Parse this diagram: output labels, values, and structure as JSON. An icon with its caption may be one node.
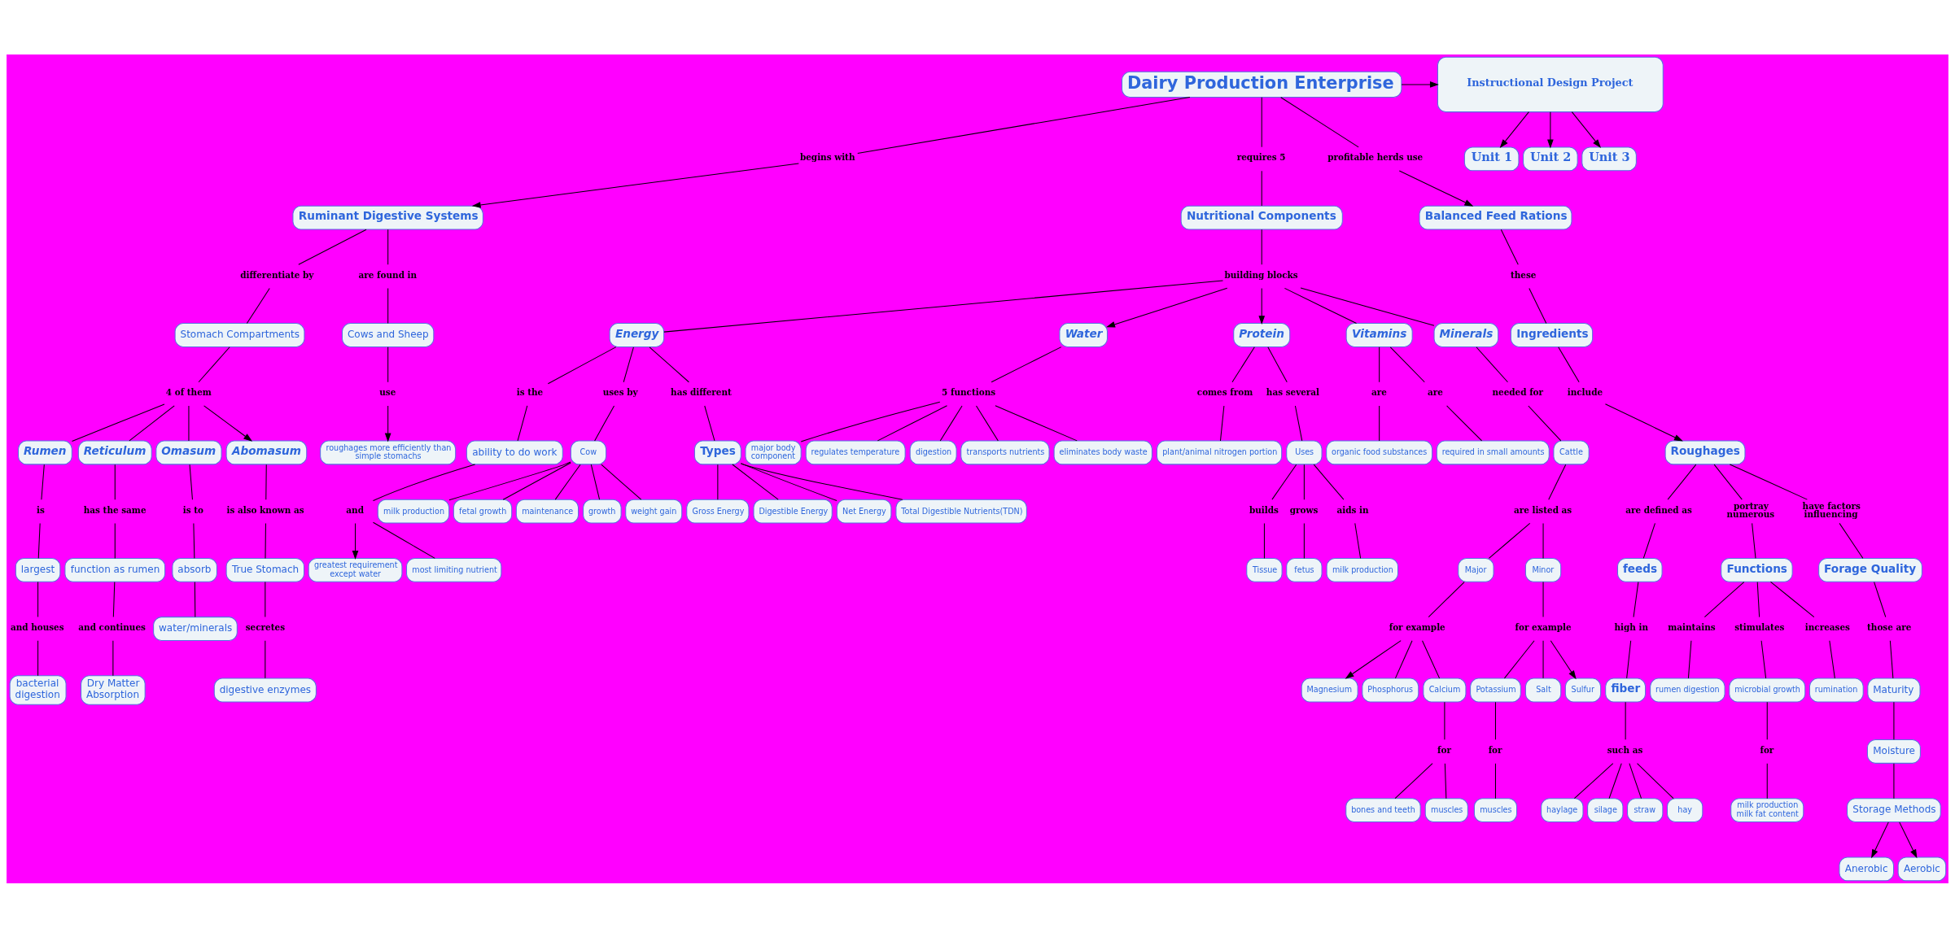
{
  "diagram": {
    "nodes": [
      {
        "text": [
          "Dairy Production Enterprise"
        ]
      },
      {
        "text": [
          "Instructional Design Project"
        ]
      },
      {
        "text": [
          "Unit 1"
        ]
      },
      {
        "text": [
          "Unit 2"
        ]
      },
      {
        "text": [
          "Unit 3"
        ]
      },
      {
        "text": [
          "begins with"
        ]
      },
      {
        "text": [
          "Ruminant Digestive Systems"
        ]
      },
      {
        "text": [
          "requires 5"
        ]
      },
      {
        "text": [
          "Nutritional Components"
        ]
      },
      {
        "text": [
          "profitable herds use"
        ]
      },
      {
        "text": [
          "Balanced Feed Rations"
        ]
      },
      {
        "text": [
          "differentiate by"
        ]
      },
      {
        "text": [
          "are found in"
        ]
      },
      {
        "text": [
          "Stomach Compartments"
        ]
      },
      {
        "text": [
          "Cows and Sheep"
        ]
      },
      {
        "text": [
          "4 of them"
        ]
      },
      {
        "text": [
          "use"
        ]
      },
      {
        "text": [
          "roughages more efficiently than simple stomachs"
        ]
      },
      {
        "text": [
          "Rumen"
        ]
      },
      {
        "text": [
          "Reticulum"
        ]
      },
      {
        "text": [
          "Omasum"
        ]
      },
      {
        "text": [
          "Abomasum"
        ]
      },
      {
        "text": [
          "is"
        ]
      },
      {
        "text": [
          "has the same"
        ]
      },
      {
        "text": [
          "is to"
        ]
      },
      {
        "text": [
          "is also known as"
        ]
      },
      {
        "text": [
          "largest"
        ]
      },
      {
        "text": [
          "function as rumen"
        ]
      },
      {
        "text": [
          "absorb"
        ]
      },
      {
        "text": [
          "True Stomach"
        ]
      },
      {
        "text": [
          "and houses"
        ]
      },
      {
        "text": [
          "and continues"
        ]
      },
      {
        "text": [
          "secretes"
        ]
      },
      {
        "text": [
          "bacterial digestion"
        ]
      },
      {
        "text": [
          "Dry Matter Absorption"
        ]
      },
      {
        "text": [
          "water/minerals"
        ]
      },
      {
        "text": [
          "digestive enzymes"
        ]
      },
      {
        "text": [
          "building blocks"
        ]
      },
      {
        "text": [
          "Energy"
        ]
      },
      {
        "text": [
          "Water"
        ]
      },
      {
        "text": [
          "Protein"
        ]
      },
      {
        "text": [
          "Vitamins"
        ]
      },
      {
        "text": [
          "Minerals"
        ]
      },
      {
        "text": [
          "is the"
        ]
      },
      {
        "text": [
          "ability to do work"
        ]
      },
      {
        "text": [
          "and"
        ]
      },
      {
        "text": [
          "greatest requirement except water"
        ]
      },
      {
        "text": [
          "most limiting nutrient"
        ]
      },
      {
        "text": [
          "uses by"
        ]
      },
      {
        "text": [
          "Cow"
        ]
      },
      {
        "text": [
          "milk production"
        ]
      },
      {
        "text": [
          "fetal growth"
        ]
      },
      {
        "text": [
          "maintenance"
        ]
      },
      {
        "text": [
          "growth"
        ]
      },
      {
        "text": [
          "weight gain"
        ]
      },
      {
        "text": [
          "has different"
        ]
      },
      {
        "text": [
          "Types"
        ]
      },
      {
        "text": [
          "Gross Energy"
        ]
      },
      {
        "text": [
          "Digestible Energy"
        ]
      },
      {
        "text": [
          "Net Energy"
        ]
      },
      {
        "text": [
          "Total Digestible Nutrients(TDN)"
        ]
      },
      {
        "text": [
          "comes from"
        ]
      },
      {
        "text": [
          "plant/animal nitrogen portion"
        ]
      },
      {
        "text": [
          "has several"
        ]
      },
      {
        "text": [
          "Uses"
        ]
      },
      {
        "text": [
          "builds"
        ]
      },
      {
        "text": [
          "Tissue"
        ]
      },
      {
        "text": [
          "grows"
        ]
      },
      {
        "text": [
          "fetus"
        ]
      },
      {
        "text": [
          "aids in"
        ]
      },
      {
        "text": [
          "milk production"
        ]
      },
      {
        "text": [
          "5 functions"
        ]
      },
      {
        "text": [
          "major body component"
        ]
      },
      {
        "text": [
          "regulates temperature"
        ]
      },
      {
        "text": [
          "digestion"
        ]
      },
      {
        "text": [
          "transports nutrients"
        ]
      },
      {
        "text": [
          "eliminates body waste"
        ]
      },
      {
        "text": [
          "are"
        ]
      },
      {
        "text": [
          "are"
        ]
      },
      {
        "text": [
          "organic food substances"
        ]
      },
      {
        "text": [
          "required in small amounts"
        ]
      },
      {
        "text": [
          "needed for"
        ]
      },
      {
        "text": [
          "Cattle"
        ]
      },
      {
        "text": [
          "are listed as"
        ]
      },
      {
        "text": [
          "Major"
        ]
      },
      {
        "text": [
          "Minor"
        ]
      },
      {
        "text": [
          "for example"
        ]
      },
      {
        "text": [
          "for example"
        ]
      },
      {
        "text": [
          "Magnesium"
        ]
      },
      {
        "text": [
          "Phosphorus"
        ]
      },
      {
        "text": [
          "Calcium"
        ]
      },
      {
        "text": [
          "Potassium"
        ]
      },
      {
        "text": [
          "Salt"
        ]
      },
      {
        "text": [
          "Sulfur"
        ]
      },
      {
        "text": [
          "for"
        ]
      },
      {
        "text": [
          "for"
        ]
      },
      {
        "text": [
          "bones and teeth"
        ]
      },
      {
        "text": [
          "muscles"
        ]
      },
      {
        "text": [
          "muscles"
        ]
      },
      {
        "text": [
          "these"
        ]
      },
      {
        "text": [
          "Ingredients"
        ]
      },
      {
        "text": [
          "include"
        ]
      },
      {
        "text": [
          "Roughages"
        ]
      },
      {
        "text": [
          "are defined as"
        ]
      },
      {
        "text": [
          "feeds"
        ]
      },
      {
        "text": [
          "high in"
        ]
      },
      {
        "text": [
          "fiber"
        ]
      },
      {
        "text": [
          "such as"
        ]
      },
      {
        "text": [
          "haylage"
        ]
      },
      {
        "text": [
          "silage"
        ]
      },
      {
        "text": [
          "straw"
        ]
      },
      {
        "text": [
          "hay"
        ]
      },
      {
        "text": [
          "portray numerous"
        ]
      },
      {
        "text": [
          "Functions"
        ]
      },
      {
        "text": [
          "maintains"
        ]
      },
      {
        "text": [
          "stimulates"
        ]
      },
      {
        "text": [
          "increases"
        ]
      },
      {
        "text": [
          "rumen digestion"
        ]
      },
      {
        "text": [
          "microbial growth"
        ]
      },
      {
        "text": [
          "rumination"
        ]
      },
      {
        "text": [
          "for"
        ]
      },
      {
        "text": [
          "milk production milk fat content"
        ]
      },
      {
        "text": [
          "have factors influencing"
        ]
      },
      {
        "text": [
          "Forage Quality"
        ]
      },
      {
        "text": [
          "those are"
        ]
      },
      {
        "text": [
          "Maturity"
        ]
      },
      {
        "text": [
          "Moisture"
        ]
      },
      {
        "text": [
          "Storage Methods"
        ]
      },
      {
        "text": [
          "Anerobic"
        ]
      },
      {
        "text": [
          "Aerobic"
        ]
      }
    ],
    "edges": [
      {
        "from": 0,
        "to": 5,
        "arrow": "none"
      },
      {
        "from": 5,
        "to": 6,
        "arrow": "to"
      },
      {
        "from": 0,
        "to": 7,
        "arrow": "none"
      },
      {
        "from": 7,
        "to": 8,
        "arrow": "none"
      },
      {
        "from": 0,
        "to": 9,
        "arrow": "none"
      },
      {
        "from": 9,
        "to": 10,
        "arrow": "to"
      },
      {
        "from": 0,
        "to": 1,
        "arrow": "to"
      },
      {
        "from": 1,
        "to": 2,
        "arrow": "to"
      },
      {
        "from": 1,
        "to": 3,
        "arrow": "to"
      },
      {
        "from": 1,
        "to": 4,
        "arrow": "to"
      },
      {
        "from": 6,
        "to": 11,
        "arrow": "none"
      },
      {
        "from": 11,
        "to": 13,
        "arrow": "none"
      },
      {
        "from": 6,
        "to": 12,
        "arrow": "none"
      },
      {
        "from": 12,
        "to": 14,
        "arrow": "none"
      },
      {
        "from": 13,
        "to": 15,
        "arrow": "none"
      },
      {
        "from": 15,
        "to": 18,
        "arrow": "none"
      },
      {
        "from": 15,
        "to": 19,
        "arrow": "none"
      },
      {
        "from": 15,
        "to": 20,
        "arrow": "none"
      },
      {
        "from": 15,
        "to": 21,
        "arrow": "to"
      },
      {
        "from": 14,
        "to": 16,
        "arrow": "none"
      },
      {
        "from": 16,
        "to": 17,
        "arrow": "to"
      },
      {
        "from": 18,
        "to": 22,
        "arrow": "none"
      },
      {
        "from": 22,
        "to": 26,
        "arrow": "none"
      },
      {
        "from": 26,
        "to": 30,
        "arrow": "none"
      },
      {
        "from": 30,
        "to": 33,
        "arrow": "none"
      },
      {
        "from": 19,
        "to": 23,
        "arrow": "none"
      },
      {
        "from": 23,
        "to": 27,
        "arrow": "none"
      },
      {
        "from": 27,
        "to": 31,
        "arrow": "none"
      },
      {
        "from": 31,
        "to": 34,
        "arrow": "none"
      },
      {
        "from": 20,
        "to": 24,
        "arrow": "none"
      },
      {
        "from": 24,
        "to": 28,
        "arrow": "none"
      },
      {
        "from": 28,
        "to": 35,
        "arrow": "none"
      },
      {
        "from": 21,
        "to": 25,
        "arrow": "none"
      },
      {
        "from": 25,
        "to": 29,
        "arrow": "none"
      },
      {
        "from": 29,
        "to": 32,
        "arrow": "none"
      },
      {
        "from": 32,
        "to": 36,
        "arrow": "none"
      },
      {
        "from": 8,
        "to": 37,
        "arrow": "none"
      },
      {
        "from": 37,
        "to": 38,
        "arrow": "none"
      },
      {
        "from": 37,
        "to": 39,
        "arrow": "to"
      },
      {
        "from": 37,
        "to": 40,
        "arrow": "to"
      },
      {
        "from": 37,
        "to": 41,
        "arrow": "none"
      },
      {
        "from": 37,
        "to": 42,
        "arrow": "none"
      },
      {
        "from": 38,
        "to": 43,
        "arrow": "none"
      },
      {
        "from": 43,
        "to": 44,
        "arrow": "none"
      },
      {
        "from": 44,
        "to": 45,
        "arrow": "none"
      },
      {
        "from": 45,
        "to": 46,
        "arrow": "to"
      },
      {
        "from": 45,
        "to": 47,
        "arrow": "none"
      },
      {
        "from": 38,
        "to": 48,
        "arrow": "none"
      },
      {
        "from": 48,
        "to": 49,
        "arrow": "none"
      },
      {
        "from": 49,
        "to": 50,
        "arrow": "none"
      },
      {
        "from": 49,
        "to": 51,
        "arrow": "none"
      },
      {
        "from": 49,
        "to": 52,
        "arrow": "none"
      },
      {
        "from": 49,
        "to": 53,
        "arrow": "none"
      },
      {
        "from": 49,
        "to": 54,
        "arrow": "none"
      },
      {
        "from": 38,
        "to": 55,
        "arrow": "none"
      },
      {
        "from": 55,
        "to": 56,
        "arrow": "none"
      },
      {
        "from": 56,
        "to": 57,
        "arrow": "none"
      },
      {
        "from": 56,
        "to": 58,
        "arrow": "none"
      },
      {
        "from": 56,
        "to": 59,
        "arrow": "none"
      },
      {
        "from": 56,
        "to": 60,
        "arrow": "none"
      },
      {
        "from": 40,
        "to": 61,
        "arrow": "none"
      },
      {
        "from": 61,
        "to": 62,
        "arrow": "none"
      },
      {
        "from": 40,
        "to": 63,
        "arrow": "none"
      },
      {
        "from": 63,
        "to": 64,
        "arrow": "none"
      },
      {
        "from": 64,
        "to": 65,
        "arrow": "none"
      },
      {
        "from": 65,
        "to": 66,
        "arrow": "none"
      },
      {
        "from": 64,
        "to": 67,
        "arrow": "none"
      },
      {
        "from": 67,
        "to": 68,
        "arrow": "none"
      },
      {
        "from": 64,
        "to": 69,
        "arrow": "none"
      },
      {
        "from": 69,
        "to": 70,
        "arrow": "none"
      },
      {
        "from": 39,
        "to": 71,
        "arrow": "none"
      },
      {
        "from": 71,
        "to": 72,
        "arrow": "none"
      },
      {
        "from": 71,
        "to": 73,
        "arrow": "none"
      },
      {
        "from": 71,
        "to": 74,
        "arrow": "none"
      },
      {
        "from": 71,
        "to": 75,
        "arrow": "none"
      },
      {
        "from": 71,
        "to": 76,
        "arrow": "none"
      },
      {
        "from": 41,
        "to": 77,
        "arrow": "none"
      },
      {
        "from": 77,
        "to": 79,
        "arrow": "none"
      },
      {
        "from": 41,
        "to": 78,
        "arrow": "none"
      },
      {
        "from": 78,
        "to": 80,
        "arrow": "none"
      },
      {
        "from": 42,
        "to": 81,
        "arrow": "none"
      },
      {
        "from": 81,
        "to": 82,
        "arrow": "none"
      },
      {
        "from": 82,
        "to": 83,
        "arrow": "none"
      },
      {
        "from": 83,
        "to": 84,
        "arrow": "none"
      },
      {
        "from": 83,
        "to": 85,
        "arrow": "none"
      },
      {
        "from": 84,
        "to": 86,
        "arrow": "none"
      },
      {
        "from": 86,
        "to": 88,
        "arrow": "to"
      },
      {
        "from": 86,
        "to": 89,
        "arrow": "none"
      },
      {
        "from": 86,
        "to": 90,
        "arrow": "none"
      },
      {
        "from": 85,
        "to": 87,
        "arrow": "none"
      },
      {
        "from": 87,
        "to": 91,
        "arrow": "none"
      },
      {
        "from": 87,
        "to": 92,
        "arrow": "none"
      },
      {
        "from": 87,
        "to": 93,
        "arrow": "to"
      },
      {
        "from": 90,
        "to": 94,
        "arrow": "none"
      },
      {
        "from": 94,
        "to": 96,
        "arrow": "none"
      },
      {
        "from": 94,
        "to": 97,
        "arrow": "none"
      },
      {
        "from": 91,
        "to": 95,
        "arrow": "none"
      },
      {
        "from": 95,
        "to": 98,
        "arrow": "none"
      },
      {
        "from": 10,
        "to": 99,
        "arrow": "none"
      },
      {
        "from": 99,
        "to": 100,
        "arrow": "none"
      },
      {
        "from": 100,
        "to": 101,
        "arrow": "none"
      },
      {
        "from": 101,
        "to": 102,
        "arrow": "to"
      },
      {
        "from": 102,
        "to": 103,
        "arrow": "none"
      },
      {
        "from": 103,
        "to": 104,
        "arrow": "none"
      },
      {
        "from": 104,
        "to": 105,
        "arrow": "none"
      },
      {
        "from": 105,
        "to": 106,
        "arrow": "none"
      },
      {
        "from": 106,
        "to": 107,
        "arrow": "none"
      },
      {
        "from": 107,
        "to": 108,
        "arrow": "none"
      },
      {
        "from": 107,
        "to": 109,
        "arrow": "none"
      },
      {
        "from": 107,
        "to": 110,
        "arrow": "none"
      },
      {
        "from": 107,
        "to": 111,
        "arrow": "none"
      },
      {
        "from": 102,
        "to": 112,
        "arrow": "none"
      },
      {
        "from": 112,
        "to": 113,
        "arrow": "none"
      },
      {
        "from": 113,
        "to": 114,
        "arrow": "none"
      },
      {
        "from": 114,
        "to": 117,
        "arrow": "none"
      },
      {
        "from": 113,
        "to": 115,
        "arrow": "none"
      },
      {
        "from": 115,
        "to": 118,
        "arrow": "none"
      },
      {
        "from": 118,
        "to": 120,
        "arrow": "none"
      },
      {
        "from": 120,
        "to": 121,
        "arrow": "none"
      },
      {
        "from": 113,
        "to": 116,
        "arrow": "none"
      },
      {
        "from": 116,
        "to": 119,
        "arrow": "none"
      },
      {
        "from": 102,
        "to": 122,
        "arrow": "none"
      },
      {
        "from": 122,
        "to": 123,
        "arrow": "none"
      },
      {
        "from": 123,
        "to": 124,
        "arrow": "none"
      },
      {
        "from": 124,
        "to": 125,
        "arrow": "none"
      },
      {
        "from": 125,
        "to": 126,
        "arrow": "none"
      },
      {
        "from": 126,
        "to": 127,
        "arrow": "none"
      },
      {
        "from": 127,
        "to": 128,
        "arrow": "to"
      },
      {
        "from": 127,
        "to": 129,
        "arrow": "to"
      }
    ]
  }
}
